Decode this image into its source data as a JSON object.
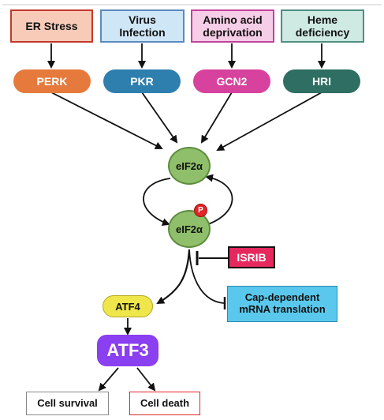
{
  "stresses": [
    {
      "label": "ER Stress",
      "fill": "#f8cbb8",
      "border": "#c0392b"
    },
    {
      "label": "Virus\nInfection",
      "fill": "#cfe6f7",
      "border": "#5b8bbd"
    },
    {
      "label": "Amino acid\ndeprivation",
      "fill": "#f6cde6",
      "border": "#c0439b"
    },
    {
      "label": "Heme\ndeficiency",
      "fill": "#cfe9e3",
      "border": "#4e8f82"
    }
  ],
  "kinases": [
    {
      "label": "PERK",
      "fill": "#e57a3c",
      "text": "#ffffff"
    },
    {
      "label": "PKR",
      "fill": "#2e7fae",
      "text": "#ffffff"
    },
    {
      "label": "GCN2",
      "fill": "#d6429e",
      "text": "#ffffff"
    },
    {
      "label": "HRI",
      "fill": "#2f6e62",
      "text": "#ffffff"
    }
  ],
  "eif2a_top": "eIF2α",
  "eif2a_bottom": "eIF2α",
  "phospho_badge": "P",
  "isrib": "ISRIB",
  "cap_dependent": "Cap-dependent\nmRNA translation",
  "atf4": "ATF4",
  "atf3": "ATF3",
  "cell_survival": "Cell survival",
  "cell_death": "Cell death"
}
